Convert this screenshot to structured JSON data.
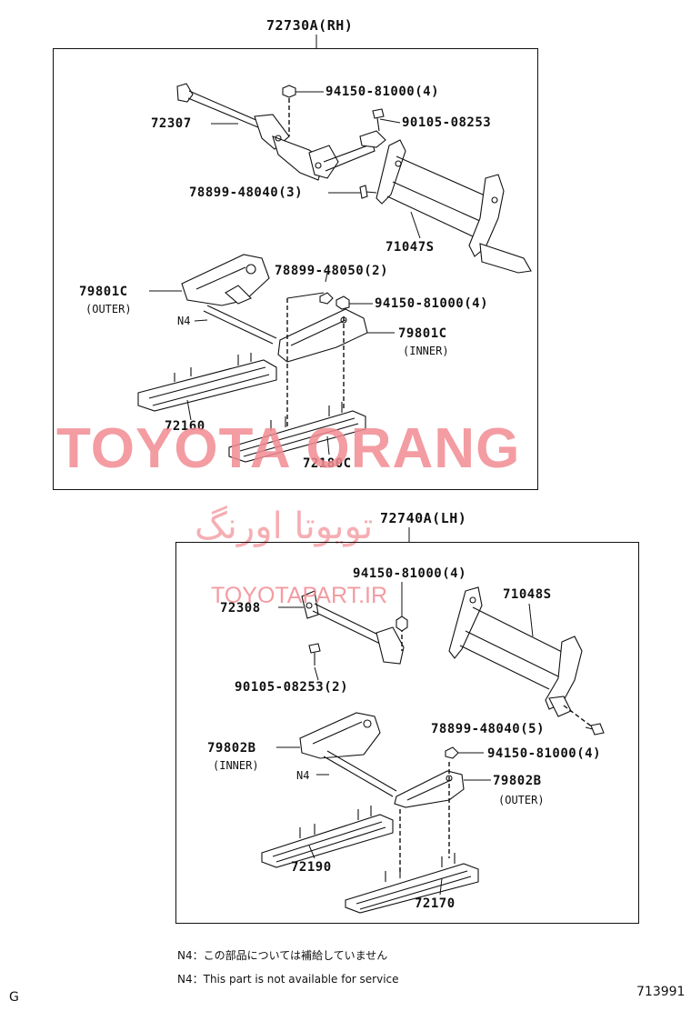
{
  "rh": {
    "title": "72730A(RH)",
    "labels": {
      "nut_1": "94150-81000(4)",
      "bolt_1": "90105-08253",
      "frame_part": "72307",
      "screw_1": "78899-48040(3)",
      "track_set": "71047S",
      "screw_2": "78899-48050(2)",
      "nut_2": "94150-81000(4)",
      "bracket_outer": "79801C",
      "bracket_outer_sub": "(OUTER)",
      "rod": "N4",
      "bracket_inner": "79801C",
      "bracket_inner_sub": "(INNER)",
      "rail_1": "72160",
      "rail_2": "72180C"
    }
  },
  "lh": {
    "title": "72740A(LH)",
    "labels": {
      "nut_1": "94150-81000(4)",
      "track_set": "71048S",
      "frame_part": "72308",
      "bolt_1": "90105-08253(2)",
      "screw_1": "78899-48040(5)",
      "nut_2": "94150-81000(4)",
      "bracket_inner": "79802B",
      "bracket_inner_sub": "(INNER)",
      "rod": "N4",
      "bracket_outer": "79802B",
      "bracket_outer_sub": "(OUTER)",
      "rail_1": "72190",
      "rail_2": "72170"
    }
  },
  "watermark": {
    "brand": "TOYOTA ORANG",
    "brand_fa": "تویوتا اورنگ",
    "url": "TOYOTAPART.IR"
  },
  "notes": [
    "N4：この部品については補給していません",
    "N4：This part is not available for service"
  ],
  "corner_left": "G",
  "diagram_number": "713991",
  "colors": {
    "watermark": "#f28b92",
    "line": "#111111"
  }
}
